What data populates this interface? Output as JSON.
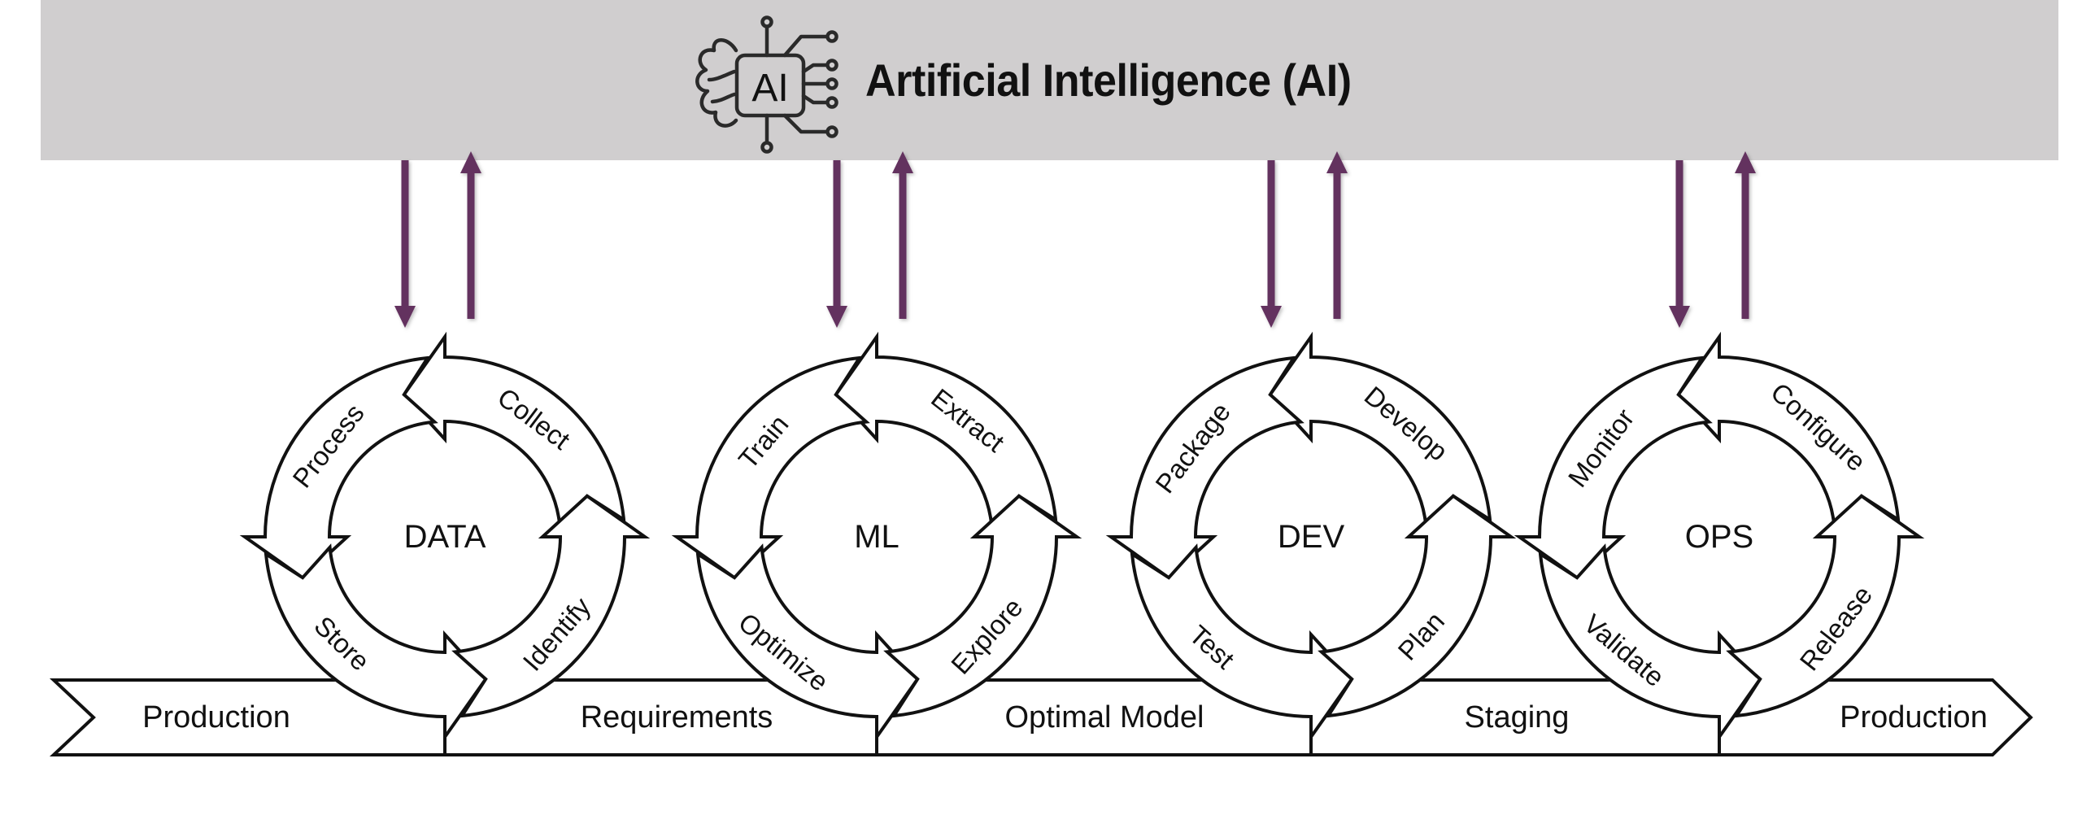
{
  "header": {
    "title": "Artificial Intelligence (AI)",
    "icon": "ai-brain-chip-icon",
    "icon_text": "AI",
    "background_color": "#d0cecf"
  },
  "connector_color": "#64305f",
  "stroke_color": "#111111",
  "cycles": [
    {
      "id": "data",
      "name": "DATA",
      "stages": [
        {
          "label": "Collect",
          "position": "top-right"
        },
        {
          "label": "Process",
          "position": "top-left"
        },
        {
          "label": "Store",
          "position": "bottom-left"
        },
        {
          "label": "Identify",
          "position": "bottom-right"
        }
      ],
      "connectors": {
        "down": "AI to DATA",
        "up": "DATA to AI"
      }
    },
    {
      "id": "ml",
      "name": "ML",
      "stages": [
        {
          "label": "Extract",
          "position": "top-right"
        },
        {
          "label": "Train",
          "position": "top-left"
        },
        {
          "label": "Optimize",
          "position": "bottom-left"
        },
        {
          "label": "Explore",
          "position": "bottom-right"
        }
      ],
      "connectors": {
        "down": "AI to ML",
        "up": "ML to AI"
      }
    },
    {
      "id": "dev",
      "name": "DEV",
      "stages": [
        {
          "label": "Develop",
          "position": "top-right"
        },
        {
          "label": "Package",
          "position": "top-left"
        },
        {
          "label": "Test",
          "position": "bottom-left"
        },
        {
          "label": "Plan",
          "position": "bottom-right"
        }
      ],
      "connectors": {
        "down": "AI to DEV",
        "up": "DEV to AI"
      }
    },
    {
      "id": "ops",
      "name": "OPS",
      "stages": [
        {
          "label": "Configure",
          "position": "top-right"
        },
        {
          "label": "Monitor",
          "position": "top-left"
        },
        {
          "label": "Validate",
          "position": "bottom-left"
        },
        {
          "label": "Release",
          "position": "bottom-right"
        }
      ],
      "connectors": {
        "down": "AI to OPS",
        "up": "OPS to AI"
      }
    }
  ],
  "pipeline": {
    "segments": [
      "Production",
      "Requirements",
      "Optimal Model",
      "Staging",
      "Production"
    ]
  }
}
